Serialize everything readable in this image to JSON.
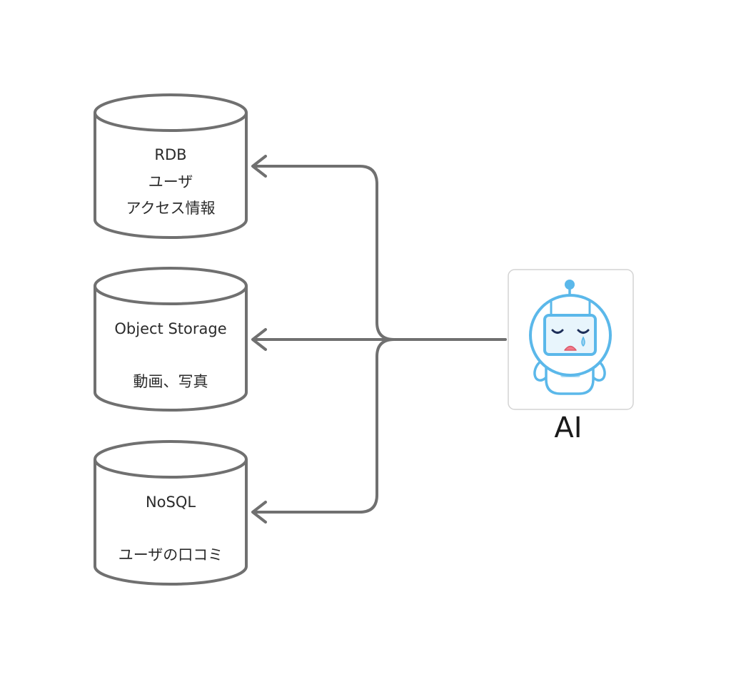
{
  "databases": [
    {
      "id": "rdb",
      "lines": [
        "RDB",
        "ユーザ",
        "アクセス情報"
      ]
    },
    {
      "id": "object-storage",
      "lines": [
        "Object Storage",
        "",
        "動画、写真"
      ]
    },
    {
      "id": "nosql",
      "lines": [
        "NoSQL",
        "",
        "ユーザの口コミ"
      ]
    }
  ],
  "actor": {
    "label": "AI",
    "icon": "robot-icon"
  },
  "colors": {
    "stroke": "#707070",
    "robot_blue": "#5bb8ea",
    "robot_fill": "#ffffff",
    "screen_fill": "#e8f5fc"
  }
}
